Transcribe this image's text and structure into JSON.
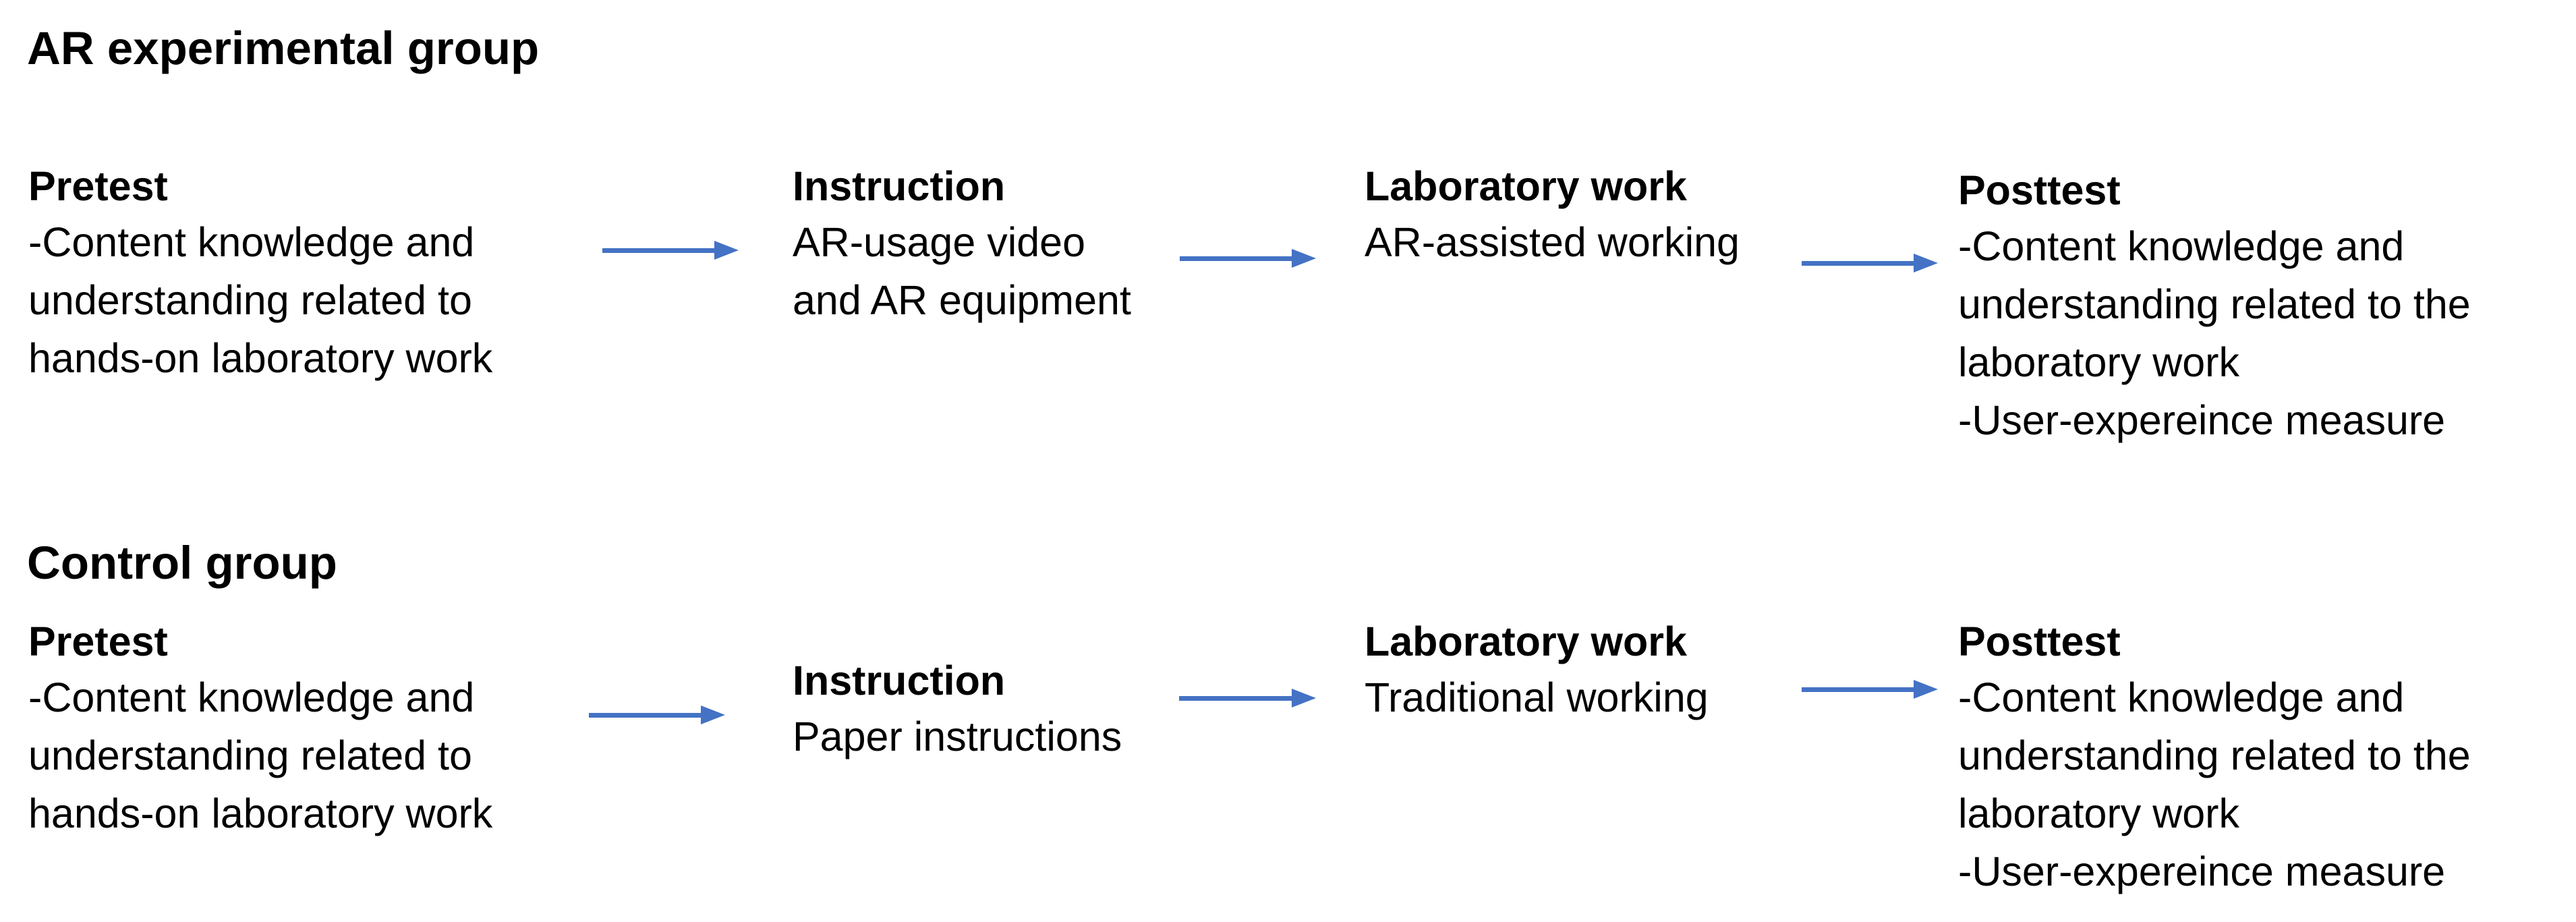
{
  "colors": {
    "arrow": "#4472C4",
    "text": "#000000",
    "background": "#FFFFFF"
  },
  "groups": [
    {
      "title": "AR experimental group",
      "stages": [
        {
          "title": "Pretest",
          "lines": [
            "-Content knowledge and",
            "understanding related to",
            "hands-on laboratory work"
          ]
        },
        {
          "title": "Instruction",
          "lines": [
            "AR-usage video",
            "and AR equipment"
          ]
        },
        {
          "title": "Laboratory work",
          "lines": [
            "AR-assisted working"
          ]
        },
        {
          "title": "Posttest",
          "lines": [
            "-Content knowledge and",
            "understanding related to the",
            "laboratory work",
            "-User-expereince measure"
          ]
        }
      ]
    },
    {
      "title": "Control group",
      "stages": [
        {
          "title": "Pretest",
          "lines": [
            "-Content knowledge and",
            "understanding related to",
            "hands-on laboratory work"
          ]
        },
        {
          "title": "Instruction",
          "lines": [
            "Paper instructions"
          ]
        },
        {
          "title": "Laboratory work",
          "lines": [
            "Traditional working"
          ]
        },
        {
          "title": "Posttest",
          "lines": [
            "-Content knowledge and",
            "understanding related to the",
            "laboratory work",
            "-User-expereince measure"
          ]
        }
      ]
    }
  ]
}
